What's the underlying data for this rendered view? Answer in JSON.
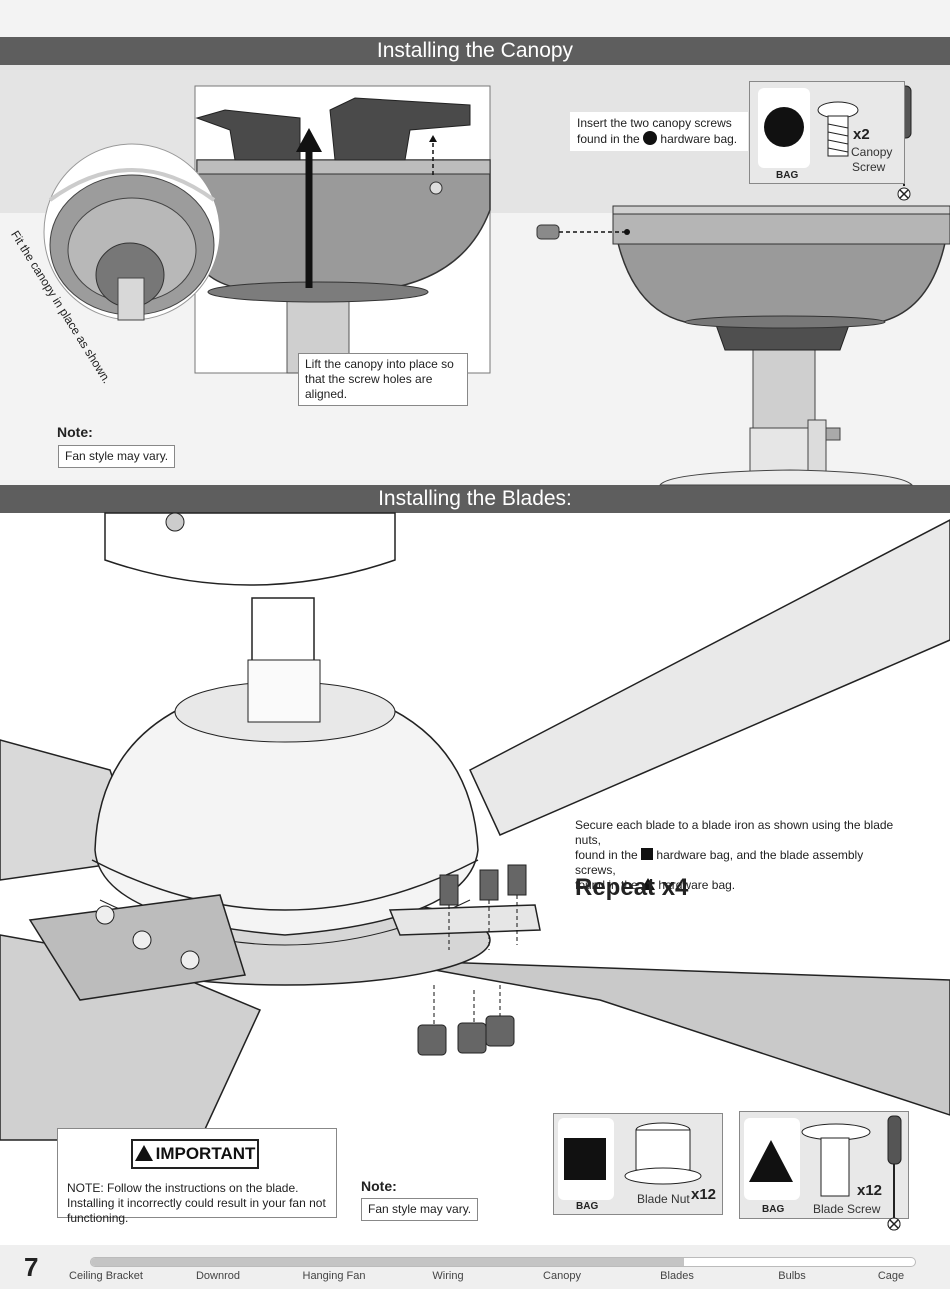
{
  "canopy_section": {
    "title": "Installing the Canopy",
    "fit_caption": "Fit the canopy in place as shown.",
    "lift_caption": "Lift the canopy into place so that the screw holes are aligned.",
    "insert_caption_part1": "Insert the two canopy screws",
    "insert_caption_part2_before": "found in the",
    "insert_caption_part2_after": "hardware bag.",
    "note_title": "Note:",
    "note_text": "Fan style may vary.",
    "hardware": {
      "bag_label": "BAG",
      "quantity": "x2",
      "name_line1": "Canopy",
      "name_line2": "Screw"
    }
  },
  "blades_section": {
    "title": "Installing the Blades:",
    "secure_line1": "Secure each blade to a blade iron as shown using the blade nuts,",
    "secure_line2_before": "found in the",
    "secure_line2_after": "hardware bag, and the blade assembly screws,",
    "secure_line3_before": "found in the",
    "secure_line3_after": "hardware bag.",
    "repeat": "Repeat x4",
    "important_label": "IMPORTANT",
    "important_text": "NOTE: Follow the instructions on the blade. Installing it incorrectly could result in your fan not functioning.",
    "note_title": "Note:",
    "note_text": "Fan style may vary.",
    "hardware_nut": {
      "bag_label": "BAG",
      "name": "Blade Nut",
      "quantity": "x12"
    },
    "hardware_screw": {
      "bag_label": "BAG",
      "name": "Blade Screw",
      "quantity": "x12"
    }
  },
  "footer": {
    "page_number": "7",
    "progress_fraction": 0.72,
    "steps": [
      "Ceiling Bracket",
      "Downrod",
      "Hanging Fan",
      "Wiring",
      "Canopy",
      "Blades",
      "Bulbs",
      "Cage"
    ]
  }
}
